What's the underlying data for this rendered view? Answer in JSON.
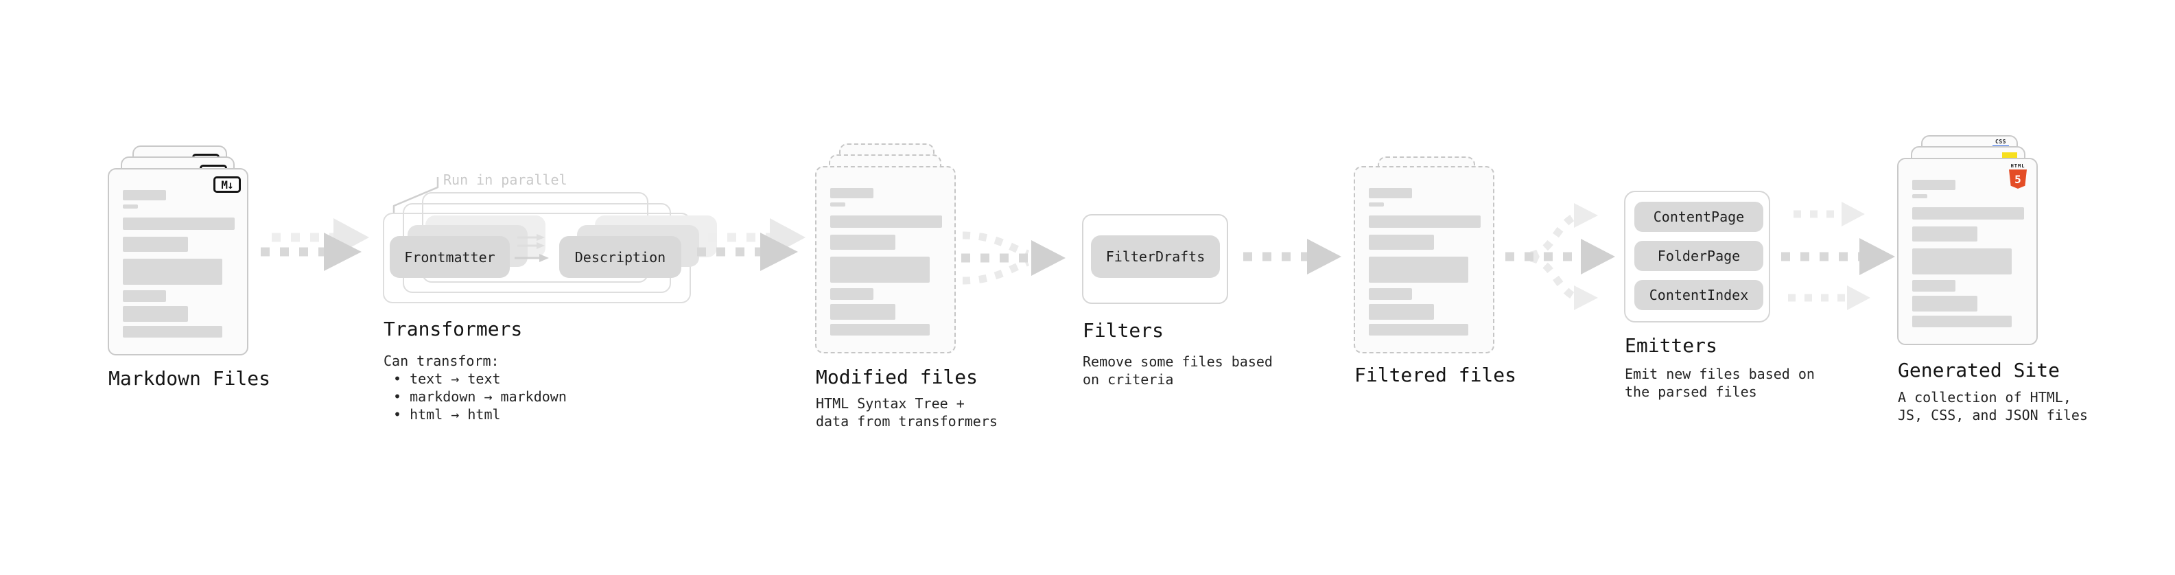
{
  "stages": {
    "markdown_files": {
      "title": "Markdown Files",
      "badge": "M↓"
    },
    "transformers": {
      "title": "Transformers",
      "note": "Run in parallel",
      "input_pill": "Frontmatter",
      "output_pill": "Description",
      "sub_heading": "Can transform:",
      "bullets": [
        "• text → text",
        "• markdown → markdown",
        "• html → html"
      ]
    },
    "modified_files": {
      "title": "Modified files",
      "subtitle": [
        "HTML Syntax Tree +",
        "data from transformers"
      ]
    },
    "filters": {
      "title": "Filters",
      "pill": "FilterDrafts",
      "subtitle": [
        "Remove some files based",
        "on criteria"
      ]
    },
    "filtered_files": {
      "title": "Filtered files"
    },
    "emitters": {
      "title": "Emitters",
      "pills": [
        "ContentPage",
        "FolderPage",
        "ContentIndex"
      ],
      "subtitle": [
        "Emit new files based on",
        "the parsed files"
      ]
    },
    "generated_site": {
      "title": "Generated Site",
      "subtitle": [
        "A collection of HTML,",
        "JS, CSS, and JSON files"
      ]
    }
  },
  "badges": {
    "markdown": "M↓",
    "html5_label": "HTML",
    "html5_number": "5",
    "css": "CSS"
  },
  "colors": {
    "html5_orange": "#e44d26",
    "js_yellow": "#f7df1e",
    "css_blue": "#2760e6"
  }
}
